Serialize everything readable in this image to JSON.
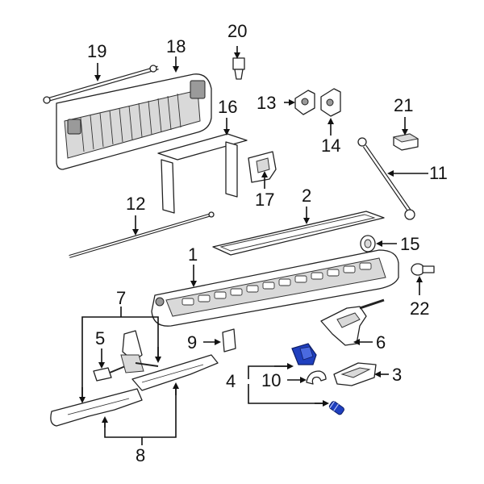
{
  "accent_color": "#1f3fbf",
  "highlighted_parts": [
    "4"
  ],
  "labels": {
    "n1": "1",
    "n2": "2",
    "n3": "3",
    "n4": "4",
    "n5": "5",
    "n6": "6",
    "n7": "7",
    "n8": "8",
    "n9": "9",
    "n10": "10",
    "n11": "11",
    "n12": "12",
    "n13": "13",
    "n14": "14",
    "n15": "15",
    "n16": "16",
    "n17": "17",
    "n18": "18",
    "n19": "19",
    "n20": "20",
    "n21": "21",
    "n22": "22"
  }
}
